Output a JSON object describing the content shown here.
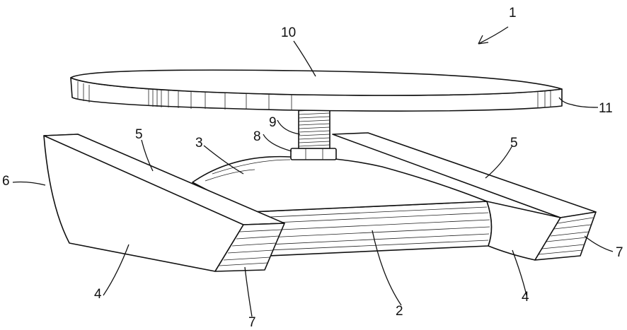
{
  "figure": {
    "labels": {
      "l1": "1",
      "l2": "2",
      "l3": "3",
      "l4a": "4",
      "l4b": "4",
      "l5a": "5",
      "l5b": "5",
      "l6": "6",
      "l7a": "7",
      "l7b": "7",
      "l8": "8",
      "l9": "9",
      "l10": "10",
      "l11": "11"
    }
  }
}
